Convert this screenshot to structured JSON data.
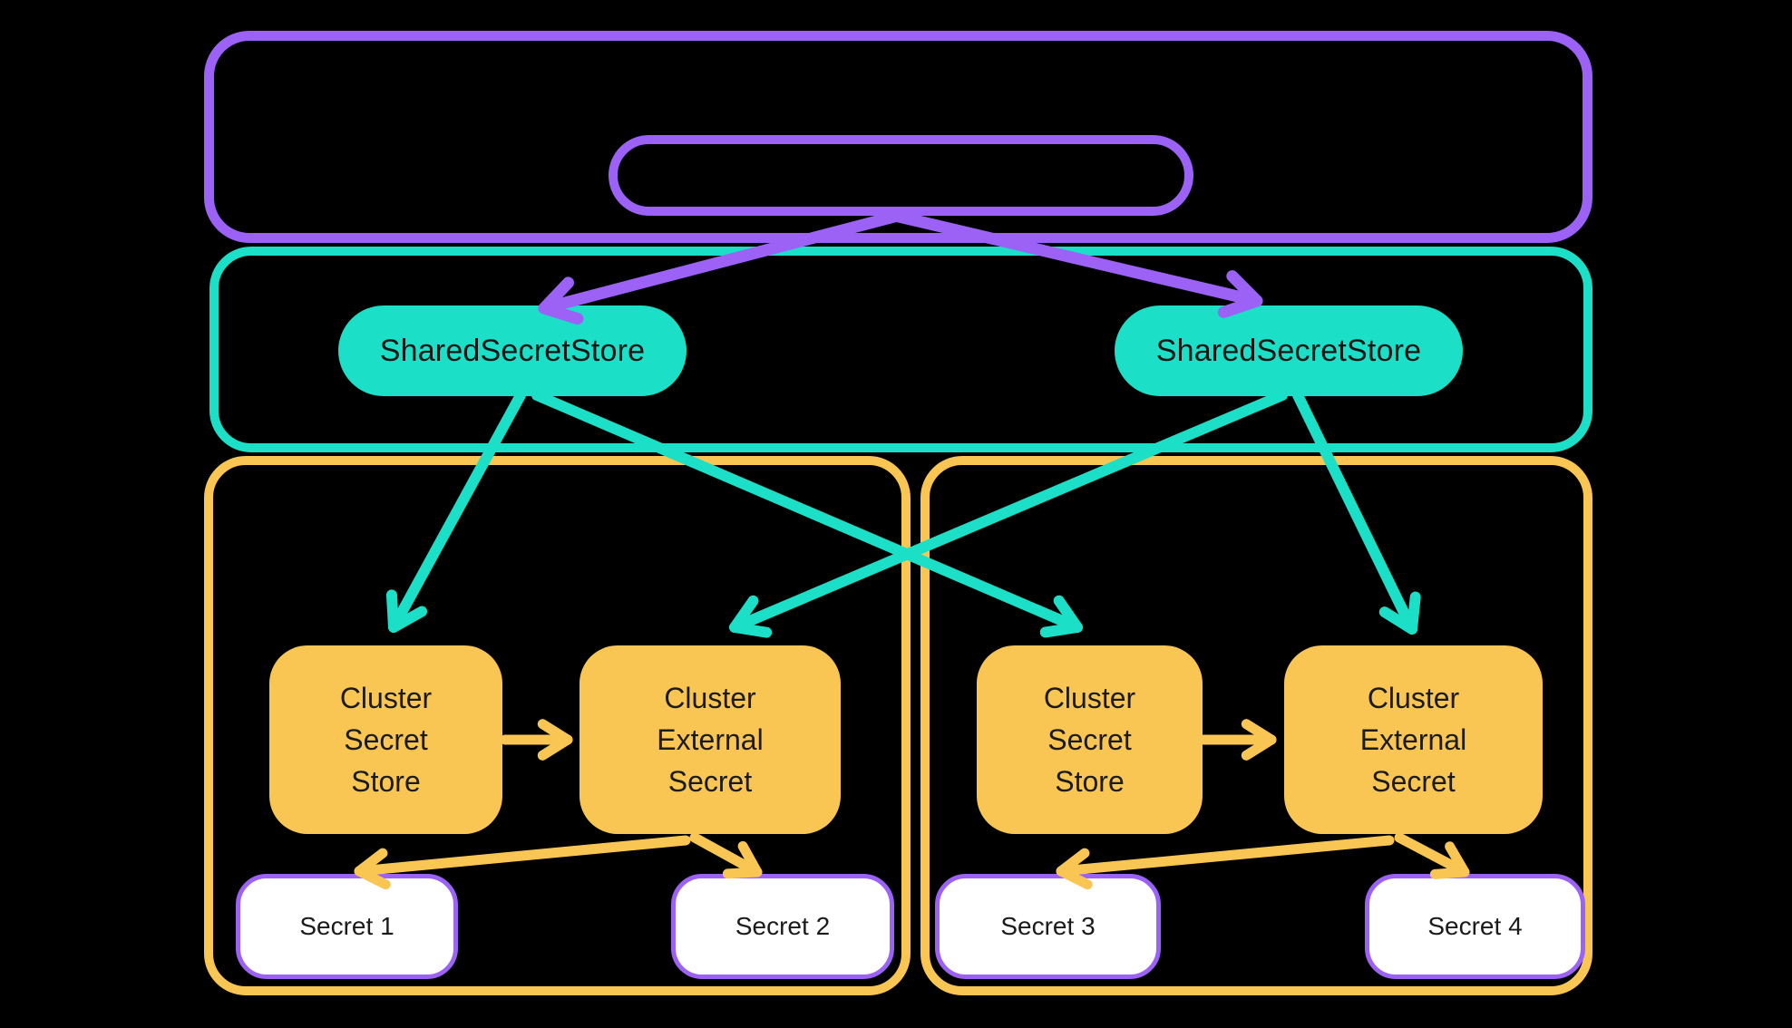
{
  "palette": {
    "background": "#000000",
    "purple": "#9B62F5",
    "teal": "#1BDFC6",
    "yellow": "#FAC653",
    "box_text": "#1B1B1B",
    "secret_box_fill": "#FFFFFF"
  },
  "shared_stores": [
    {
      "label": "SharedSecretStore"
    },
    {
      "label": "SharedSecretStore"
    }
  ],
  "clusters": [
    {
      "secret_store": {
        "lines": [
          "Cluster",
          "Secret",
          "Store"
        ]
      },
      "external_secret": {
        "lines": [
          "Cluster",
          "External",
          "Secret"
        ]
      },
      "secrets": [
        "Secret 1",
        "Secret 2"
      ]
    },
    {
      "secret_store": {
        "lines": [
          "Cluster",
          "Secret",
          "Store"
        ]
      },
      "external_secret": {
        "lines": [
          "Cluster",
          "External",
          "Secret"
        ]
      },
      "secrets": [
        "Secret 3",
        "Secret 4"
      ]
    }
  ]
}
